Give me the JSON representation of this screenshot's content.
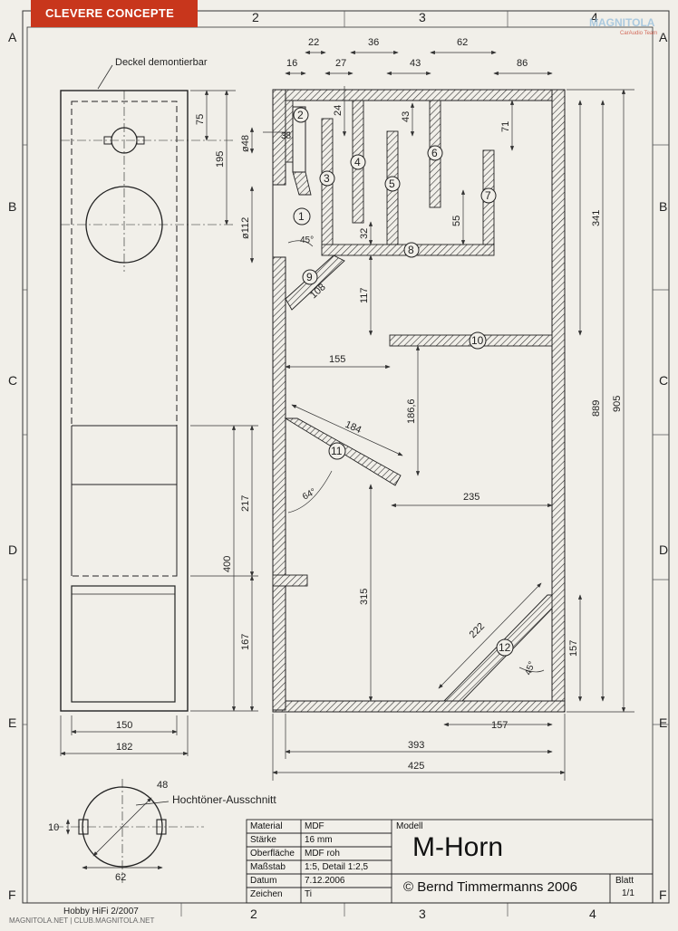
{
  "header": {
    "banner": "CLEVERE CONCEPTE",
    "watermark": "MAGNITOLA",
    "watermark_sub": "CarAudio Team"
  },
  "frame": {
    "columns": [
      "2",
      "3",
      "4"
    ],
    "rows": [
      "A",
      "B",
      "C",
      "D",
      "E",
      "F"
    ]
  },
  "labels": {
    "cover": "Deckel demontierbar",
    "tweeter_cutout": "Hochtöner-Ausschnitt",
    "source": "Hobby HiFi 2/2007",
    "bottom_watermark": "MAGNITOLA.NET | CLUB.MAGNITOLA.NET"
  },
  "parts": [
    "1",
    "2",
    "3",
    "4",
    "5",
    "6",
    "7",
    "8",
    "9",
    "10",
    "11",
    "12"
  ],
  "dimensions": {
    "top": [
      "22",
      "36",
      "62",
      "16",
      "27",
      "43",
      "86"
    ],
    "front_view": [
      "75",
      "195",
      "ø48",
      "ø112",
      "217",
      "400",
      "167",
      "150",
      "182"
    ],
    "section": [
      "38",
      "24",
      "43",
      "71",
      "32",
      "55",
      "341",
      "889",
      "905",
      "117",
      "108",
      "155",
      "186,6",
      "184",
      "235",
      "315",
      "222",
      "157",
      "157",
      "393",
      "425"
    ],
    "angles": [
      "45°",
      "64°",
      "45°"
    ],
    "tweeter": [
      "48",
      "10",
      "62"
    ]
  },
  "title_block": {
    "rows": [
      {
        "key": "Material",
        "value": "MDF"
      },
      {
        "key": "Stärke",
        "value": "16 mm"
      },
      {
        "key": "Oberfläche",
        "value": "MDF roh"
      },
      {
        "key": "Maßstab",
        "value": "1:5, Detail 1:2,5"
      },
      {
        "key": "Datum",
        "value": "7.12.2006"
      },
      {
        "key": "Zeichen",
        "value": "Ti"
      }
    ],
    "model_label": "Modell",
    "model_name": "M-Horn",
    "copyright": "© Bernd Timmermanns 2006",
    "sheet_label": "Blatt",
    "sheet_value": "1/1"
  }
}
